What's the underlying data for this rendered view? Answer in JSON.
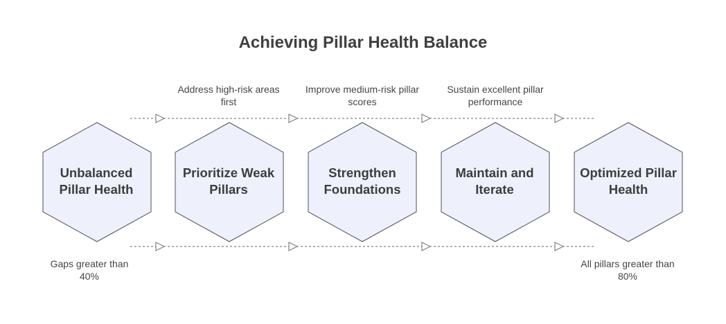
{
  "title": "Achieving Pillar Health Balance",
  "steps": [
    {
      "label": "Unbalanced Pillar Health"
    },
    {
      "label": "Prioritize Weak Pillars"
    },
    {
      "label": "Strengthen Foundations"
    },
    {
      "label": "Maintain and Iterate"
    },
    {
      "label": "Optimized Pillar Health"
    }
  ],
  "top_captions": [
    "Address high-risk areas first",
    "Improve medium-risk pillar scores",
    "Sustain excellent pillar performance"
  ],
  "bottom_captions": {
    "start": "Gaps greater than 40%",
    "end": "All pillars greater than 80%"
  },
  "colors": {
    "hex_fill": "#EEF1FC",
    "hex_stroke": "#4B4F5C",
    "connector": "#7E8189",
    "text": "#404040"
  }
}
